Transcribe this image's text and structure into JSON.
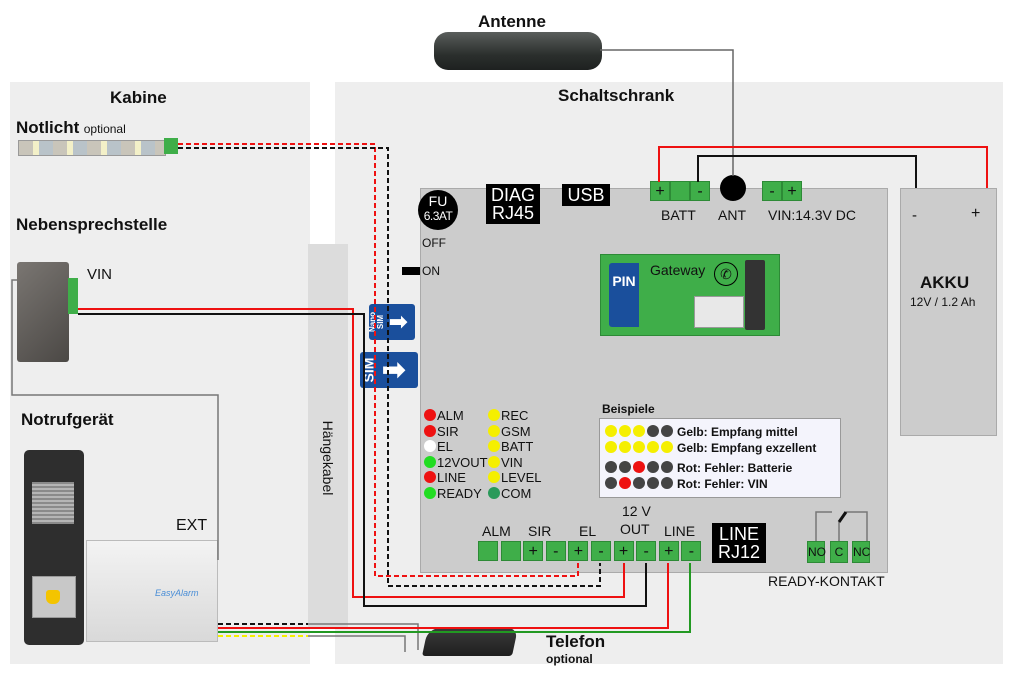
{
  "sections": {
    "antenna": "Antenne",
    "cabin": "Kabine",
    "cabinet": "Schaltschrank",
    "trailing_cable": "Hängekabel"
  },
  "cabin": {
    "emergency_light": {
      "label": "Notlicht",
      "note": "optional"
    },
    "secondary_station": {
      "label": "Nebensprechstelle",
      "port": "VIN"
    },
    "emergency_device": {
      "label": "Notrufgerät",
      "port": "EXT",
      "brand": "EasyAlarm"
    }
  },
  "board": {
    "fuse": {
      "line1": "FU",
      "line2": "6.3AT"
    },
    "switch": {
      "off": "OFF",
      "on": "ON"
    },
    "diag": {
      "line1": "DIAG",
      "line2": "RJ45"
    },
    "usb": "USB",
    "batt_label": "BATT",
    "ant_label": "ANT",
    "vin_label": "VIN:14.3V DC",
    "batt_terms": [
      "+",
      "",
      "-"
    ],
    "vin_terms": [
      "-",
      "+"
    ],
    "nano_sim": {
      "line1": "Nano",
      "line2": "SIM"
    },
    "sim": "SIM",
    "gateway": {
      "pin": "PIN",
      "label": "Gateway"
    },
    "leds_left": [
      {
        "name": "ALM",
        "color": "#ee1111"
      },
      {
        "name": "SIR",
        "color": "#ee1111"
      },
      {
        "name": "EL",
        "color": "#ffffff"
      },
      {
        "name": "12VOUT",
        "color": "#22dd22"
      },
      {
        "name": "LINE",
        "color": "#ee1111"
      },
      {
        "name": "READY",
        "color": "#22dd22"
      }
    ],
    "leds_right": [
      {
        "name": "REC",
        "color": "#f5ef00"
      },
      {
        "name": "GSM",
        "color": "#f5ef00"
      },
      {
        "name": "BATT",
        "color": "#f5ef00"
      },
      {
        "name": "VIN",
        "color": "#f5ef00"
      },
      {
        "name": "LEVEL",
        "color": "#f5ef00"
      },
      {
        "name": "COM",
        "color": "#2a9a5a"
      }
    ],
    "examples": {
      "title": "Beispiele",
      "rows": [
        {
          "leds": [
            "#f5ef00",
            "#f5ef00",
            "#f5ef00",
            "#444444",
            "#444444"
          ],
          "text": "Gelb: Empfang mittel"
        },
        {
          "leds": [
            "#f5ef00",
            "#f5ef00",
            "#f5ef00",
            "#f5ef00",
            "#f5ef00"
          ],
          "text": "Gelb: Empfang exzellent"
        },
        {
          "leds": [
            "#444444",
            "#444444",
            "#ee1111",
            "#444444",
            "#444444"
          ],
          "text": "Rot: Fehler: Batterie"
        },
        {
          "leds": [
            "#444444",
            "#ee1111",
            "#444444",
            "#444444",
            "#444444"
          ],
          "text": "Rot: Fehler: VIN"
        }
      ]
    },
    "bottom_labels": {
      "alm": "ALM",
      "sir": "SIR",
      "el": "EL",
      "out_top": "12 V",
      "out": "OUT",
      "line": "LINE"
    },
    "bottom_terms": [
      "",
      "",
      "+",
      "-",
      "+",
      "-",
      "+",
      "-",
      "+",
      "-"
    ],
    "line_rj12": {
      "line1": "LINE",
      "line2": "RJ12"
    },
    "ready": {
      "terms": [
        "NO",
        "C",
        "NC"
      ],
      "label": "READY-KONTAKT"
    }
  },
  "battery": {
    "minus": "-",
    "plus": "+",
    "title": "AKKU",
    "spec": "12V / 1.2 Ah"
  },
  "phone": {
    "label": "Telefon",
    "note": "optional"
  },
  "colors": {
    "terminal_green": "#3fae49",
    "sim_blue": "#1a4f9c",
    "wire_red": "#ee1111",
    "wire_green": "#229922",
    "wire_yellow": "#f5ef00"
  }
}
